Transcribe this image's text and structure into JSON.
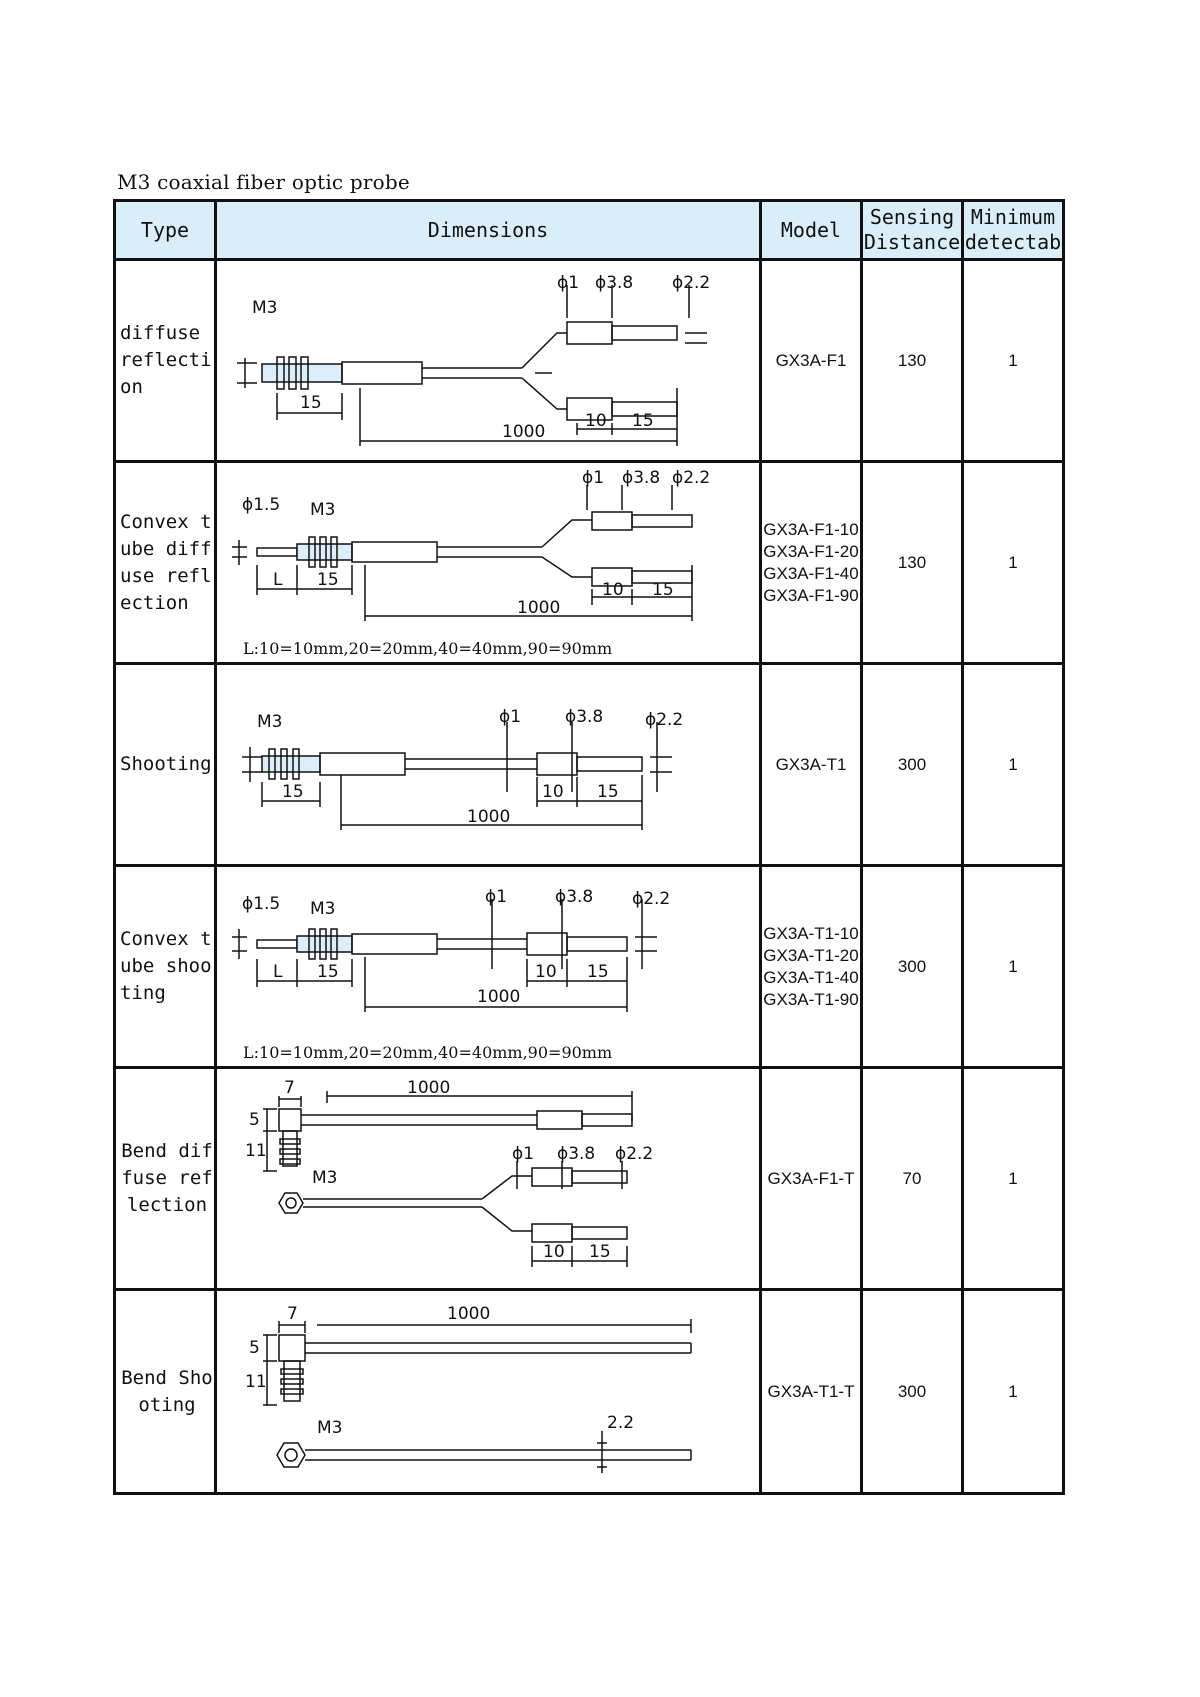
{
  "title": "M3 coaxial fiber optic probe",
  "table": {
    "headers": {
      "type": "Type",
      "dimensions": "Dimensions",
      "model": "Model",
      "distance": "Sensing Distance",
      "minimum": "Minimum detectab"
    },
    "rows": [
      {
        "type": "diffuse reflection",
        "model": "GX3A-F1",
        "distance": "130",
        "minimum": "1",
        "labels": {
          "m3": "M3",
          "d1": "ϕ1",
          "d38": "ϕ3.8",
          "d22": "ϕ2.2",
          "l15": "15",
          "l1000": "1000",
          "l10": "10",
          "l15b": "15"
        }
      },
      {
        "type": "Convex tube diffuse reflection",
        "model": "GX3A-F1-10 GX3A-F1-20 GX3A-F1-40 GX3A-F1-90",
        "distance": "130",
        "minimum": "1",
        "note": "L:10=10mm,20=20mm,40=40mm,90=90mm",
        "labels": {
          "d15": "ϕ1.5",
          "m3": "M3",
          "d1": "ϕ1",
          "d38": "ϕ3.8",
          "d22": "ϕ2.2",
          "L": "L",
          "l15": "15",
          "l1000": "1000",
          "l10": "10",
          "l15b": "15"
        }
      },
      {
        "type": "Shooting",
        "model": "GX3A-T1",
        "distance": "300",
        "minimum": "1",
        "labels": {
          "m3": "M3",
          "d1": "ϕ1",
          "d38": "ϕ3.8",
          "d22": "ϕ2.2",
          "l15": "15",
          "l1000": "1000",
          "l10": "10",
          "l15b": "15"
        }
      },
      {
        "type": "Convex tube shooting",
        "model": "GX3A-T1-10 GX3A-T1-20 GX3A-T1-40 GX3A-T1-90",
        "distance": "300",
        "minimum": "1",
        "note": "L:10=10mm,20=20mm,40=40mm,90=90mm",
        "labels": {
          "d15": "ϕ1.5",
          "m3": "M3",
          "d1": "ϕ1",
          "d38": "ϕ3.8",
          "d22": "ϕ2.2",
          "L": "L",
          "l15": "15",
          "l1000": "1000",
          "l10": "10",
          "l15b": "15"
        }
      },
      {
        "type": "Bend diffuse reflection",
        "model": "GX3A-F1-T",
        "distance": "70",
        "minimum": "1",
        "labels": {
          "l7": "7",
          "l1000": "1000",
          "l5": "5",
          "l11": "11",
          "m3": "M3",
          "d1": "ϕ1",
          "d38": "ϕ3.8",
          "d22": "ϕ2.2",
          "l10": "10",
          "l15b": "15"
        }
      },
      {
        "type": "Bend Shooting",
        "model": "GX3A-T1-T",
        "distance": "300",
        "minimum": "1",
        "labels": {
          "l7": "7",
          "l1000": "1000",
          "l5": "5",
          "l11": "11",
          "m3": "M3",
          "d22": "2.2"
        }
      }
    ]
  }
}
